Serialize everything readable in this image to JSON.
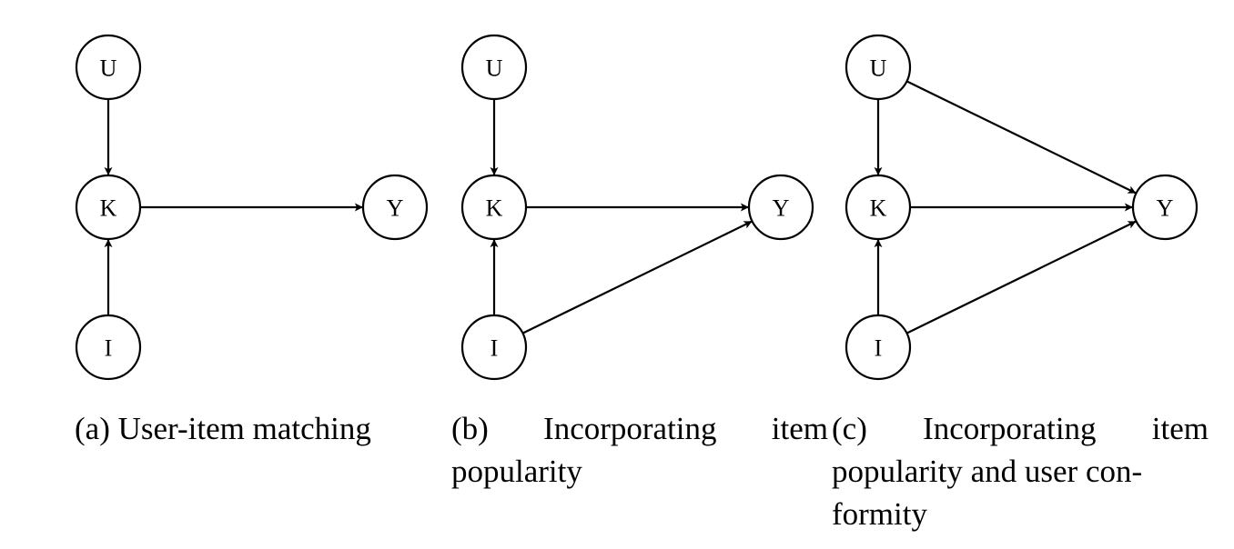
{
  "colors": {
    "stroke": "#000000",
    "background": "#ffffff"
  },
  "panels": [
    {
      "nodes": {
        "U": "U",
        "K": "K",
        "I": "I",
        "Y": "Y"
      },
      "edges": [
        [
          "U",
          "K"
        ],
        [
          "I",
          "K"
        ],
        [
          "K",
          "Y"
        ]
      ],
      "caption": {
        "tag": "(a)",
        "text": "User-item matching"
      }
    },
    {
      "nodes": {
        "U": "U",
        "K": "K",
        "I": "I",
        "Y": "Y"
      },
      "edges": [
        [
          "U",
          "K"
        ],
        [
          "I",
          "K"
        ],
        [
          "K",
          "Y"
        ],
        [
          "I",
          "Y"
        ]
      ],
      "caption": {
        "tag": "(b)",
        "line1_words": [
          "Incorporating",
          "item"
        ],
        "line2": "popularity"
      }
    },
    {
      "nodes": {
        "U": "U",
        "K": "K",
        "I": "I",
        "Y": "Y"
      },
      "edges": [
        [
          "U",
          "K"
        ],
        [
          "I",
          "K"
        ],
        [
          "K",
          "Y"
        ],
        [
          "I",
          "Y"
        ],
        [
          "U",
          "Y"
        ]
      ],
      "caption": {
        "tag": "(c)",
        "line1_words": [
          "Incorporating",
          "item"
        ],
        "line2": "popularity and user con-",
        "line3": "formity"
      }
    }
  ]
}
